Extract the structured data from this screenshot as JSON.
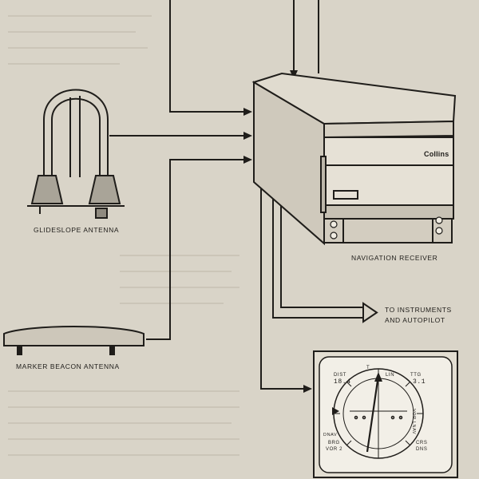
{
  "labels": {
    "glideslope_antenna": "GLIDESLOPE ANTENNA",
    "marker_beacon_antenna": "MARKER BEACON ANTENNA",
    "navigation_receiver": "NAVIGATION RECEIVER",
    "to_instruments_line1": "TO INSTRUMENTS",
    "to_instruments_line2": "AND AUTOPILOT"
  },
  "receiver": {
    "brand": "Collins"
  },
  "indicator": {
    "dist_label": "DIST",
    "dist_value": "18.4",
    "ttg_label": "TTG",
    "ttg_value": "3.1",
    "lin_label": "LIN",
    "brg_label": "BRG",
    "vor2_label": "VOR 2",
    "crs_label": "CRS",
    "dns_label": "DNS",
    "vor_lnav_label": "VOR LNAV",
    "dnav_label": "DNAV",
    "t_label": "T"
  },
  "colors": {
    "paper": "#d9d4c8",
    "ink": "#1f1d1a"
  }
}
